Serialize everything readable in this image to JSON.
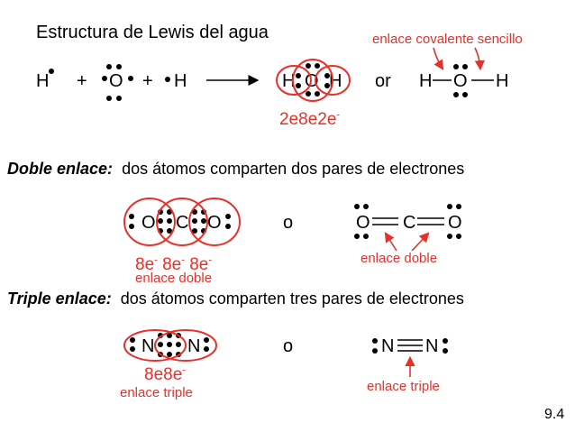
{
  "colors": {
    "accent": "#e8302a",
    "text": "#000000"
  },
  "water": {
    "title": "Estructura de Lewis del agua",
    "covalent_label": "enlace covalente sencillo",
    "reactants": [
      "H",
      "+",
      "O",
      "+",
      "H"
    ],
    "product_atoms": [
      "H",
      "O",
      "H"
    ],
    "or_word": "or",
    "structural": [
      "H",
      "O",
      "H"
    ],
    "electron_counts": [
      {
        "value": "2e",
        "sup": ""
      },
      {
        "value": "8e",
        "sup": ""
      },
      {
        "value": "2e",
        "sup": "-"
      }
    ]
  },
  "double": {
    "title": "Doble enlace:",
    "desc": "dos átomos comparten dos pares de electrones",
    "lewis_atoms": [
      "O",
      "C",
      "O"
    ],
    "o_word": "o",
    "structural_atoms": [
      "O",
      "C",
      "O"
    ],
    "electron_counts": [
      {
        "value": "8e",
        "sup": "-"
      },
      {
        "value": "8e",
        "sup": "-"
      },
      {
        "value": "8e",
        "sup": "-"
      }
    ],
    "label_left": "enlace doble",
    "label_right": "enlace doble"
  },
  "triple": {
    "title": "Triple enlace:",
    "desc": "dos átomos comparten tres pares de electrones",
    "lewis_atoms": [
      "N",
      "N"
    ],
    "o_word": "o",
    "structural_atoms": [
      "N",
      "N"
    ],
    "electron_counts": [
      {
        "value": "8e",
        "sup": ""
      },
      {
        "value": "8e",
        "sup": "-"
      }
    ],
    "label_left": "enlace triple",
    "label_right": "enlace triple"
  },
  "page_number": "9.4"
}
